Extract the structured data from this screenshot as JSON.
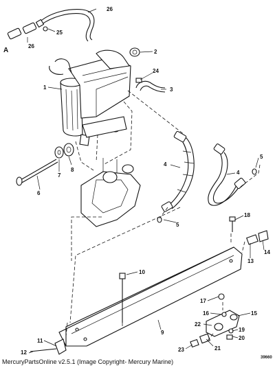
{
  "diagram": {
    "section_letter": "A",
    "drawing_number": "39660",
    "part_numbers": [
      "26",
      "25",
      "26",
      "2",
      "24",
      "3",
      "1",
      "5",
      "4",
      "4",
      "8",
      "7",
      "6",
      "5",
      "18",
      "14",
      "13",
      "10",
      "17",
      "16",
      "15",
      "22",
      "19",
      "20",
      "9",
      "11",
      "23",
      "21",
      "12"
    ]
  },
  "footer": {
    "caption": "MercuryPartsOnline v2.5.1 (Image Copyright- Mercury Marine)"
  }
}
